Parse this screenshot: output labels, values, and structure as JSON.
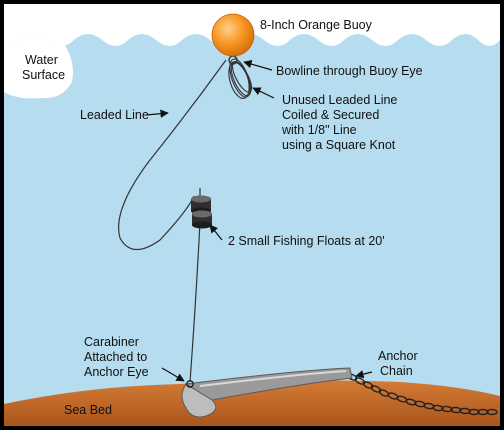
{
  "labels": {
    "buoy": "8-Inch Orange Buoy",
    "water_surface": [
      "Water",
      "Surface"
    ],
    "bowline": "Bowline through Buoy Eye",
    "leaded_line": "Leaded Line",
    "unused_line": [
      "Unused Leaded Line",
      "Coiled & Secured",
      "with 1/8\" Line",
      "using a Square Knot"
    ],
    "floats": "2 Small Fishing Floats at 20'",
    "carabiner": [
      "Carabiner",
      "Attached to",
      "Anchor Eye"
    ],
    "anchor_chain": [
      "Anchor",
      "Chain"
    ],
    "sea_bed": "Sea Bed"
  },
  "colors": {
    "water": "#b6dcef",
    "sky": "#ffffff",
    "buoy": "#f7931e",
    "seabed": "#c8702a",
    "anchor": "#8e8e8e",
    "float": "#333333",
    "line": "#333333"
  }
}
